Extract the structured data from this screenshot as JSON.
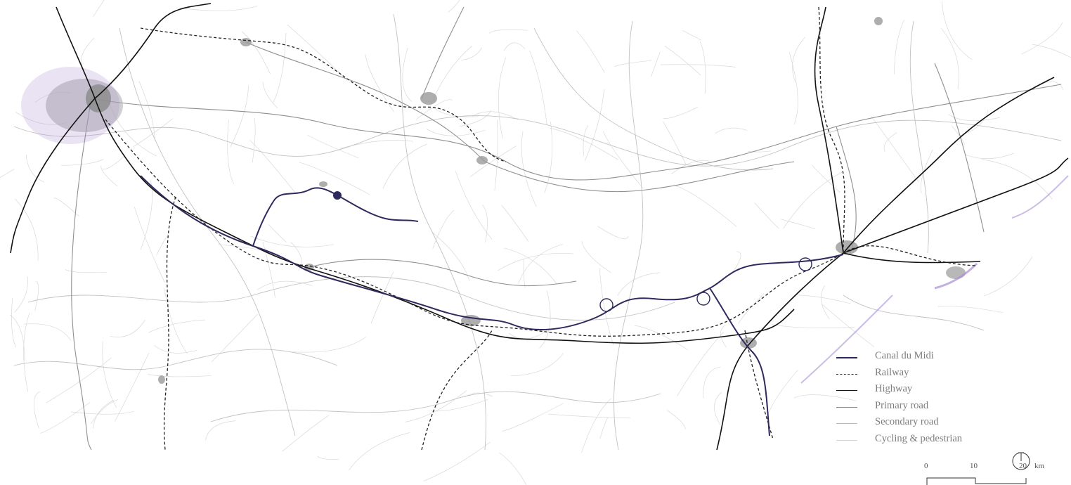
{
  "legend": {
    "items": [
      {
        "label": "Canal du Midi",
        "style": "canal",
        "color": "#2e2a5e"
      },
      {
        "label": "Railway",
        "style": "railway",
        "color": "#333333"
      },
      {
        "label": "Highway",
        "style": "highway",
        "color": "#111111"
      },
      {
        "label": "Primary road",
        "style": "primary",
        "color": "#888888"
      },
      {
        "label": "Secondary road",
        "style": "secondary",
        "color": "#bbbbbb"
      },
      {
        "label": "Cycling & pedestrian",
        "style": "cycling",
        "color": "#d5d5d5"
      }
    ]
  },
  "scale_bar": {
    "ticks": [
      "0",
      "10",
      "20"
    ],
    "unit": "km"
  },
  "north_arrow": "north-arrow-icon",
  "colors": {
    "canal": "#2e2a5e",
    "urban": "#9a9a9a",
    "urban_purple": "#8b6fb8",
    "background": "#ffffff"
  }
}
